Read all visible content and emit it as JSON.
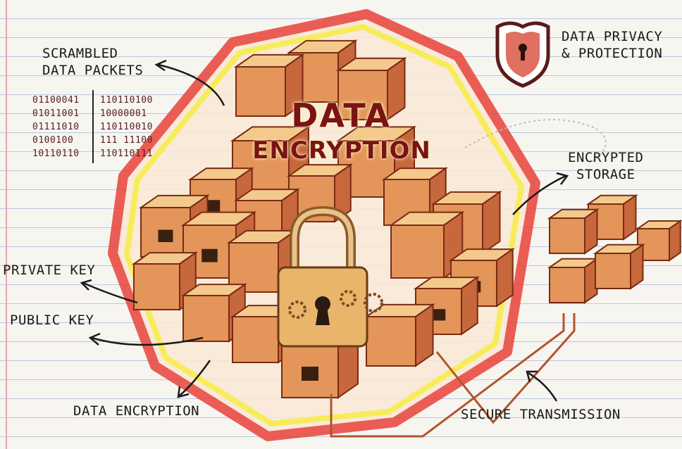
{
  "title": {
    "line1": "DATA",
    "line2": "ENCRYPTION"
  },
  "labels": {
    "scrambled_packets": [
      "SCRAMBLED",
      "DATA PACKETS"
    ],
    "privacy": [
      "DATA PRIVACY",
      "& PROTECTION"
    ],
    "encrypted_storage": [
      "ENCRYPTED",
      "STORAGE"
    ],
    "private_key": "PRIVATE KEY",
    "public_key": "PUBLIC KEY",
    "data_encryption": "DATA ENCRYPTION",
    "secure_transmission": "SECURE TRANSMISSION"
  },
  "binary": {
    "left": [
      "01100041",
      "01011001",
      "01111010",
      "0100100",
      "10110110"
    ],
    "right": [
      "110110100",
      "10000001",
      "110110010",
      "111 11100",
      "110110111"
    ]
  },
  "colors": {
    "glow_red": "#e8433a",
    "glow_yellow": "#f7ec5a",
    "cube_light": "#f3c98c",
    "cube_mid": "#e3955a",
    "cube_dark": "#c7673c",
    "title": "#7a1414"
  }
}
